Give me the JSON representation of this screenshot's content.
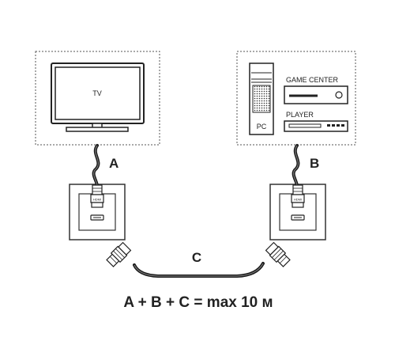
{
  "devices": {
    "tv": {
      "label": "TV"
    },
    "pc": {
      "label": "PC"
    },
    "game_center": {
      "label": "GAME CENTER"
    },
    "player": {
      "label": "PLAYER"
    }
  },
  "cables": {
    "a": {
      "label": "A"
    },
    "b": {
      "label": "B"
    },
    "c": {
      "label": "C"
    }
  },
  "socket_text": "HDMI",
  "formula": "A + B + C = max 10 м"
}
